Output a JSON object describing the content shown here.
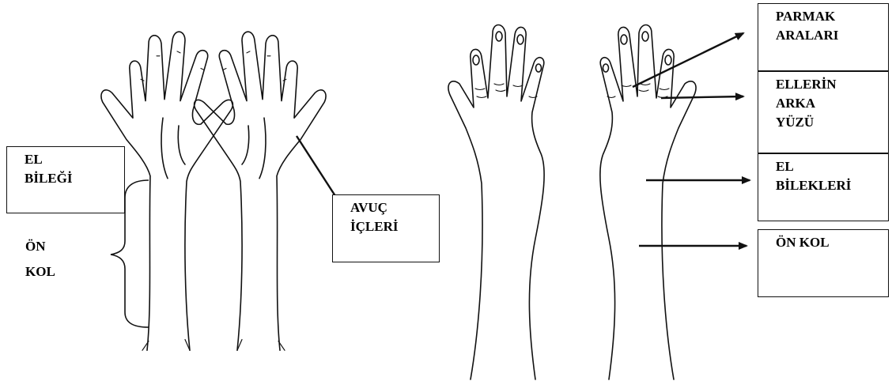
{
  "colors": {
    "ink": "#111111",
    "background": "#ffffff"
  },
  "left_figure": {
    "wrist_label": [
      "EL",
      "BİLEĞİ"
    ],
    "forearm_label": [
      "ÖN",
      "KOL"
    ],
    "palms_label": [
      "AVUÇ",
      "İÇLERİ"
    ]
  },
  "right_figure": {
    "labels": [
      {
        "id": "between-fingers",
        "lines": [
          "PARMAK",
          "ARALARI"
        ]
      },
      {
        "id": "back-of-hands",
        "lines": [
          "ELLERİN",
          "ARKA",
          "YÜZÜ"
        ]
      },
      {
        "id": "wrists",
        "lines": [
          "EL",
          "BİLEKLERİ"
        ]
      },
      {
        "id": "forearm",
        "lines": [
          "ÖN KOL"
        ]
      }
    ]
  }
}
